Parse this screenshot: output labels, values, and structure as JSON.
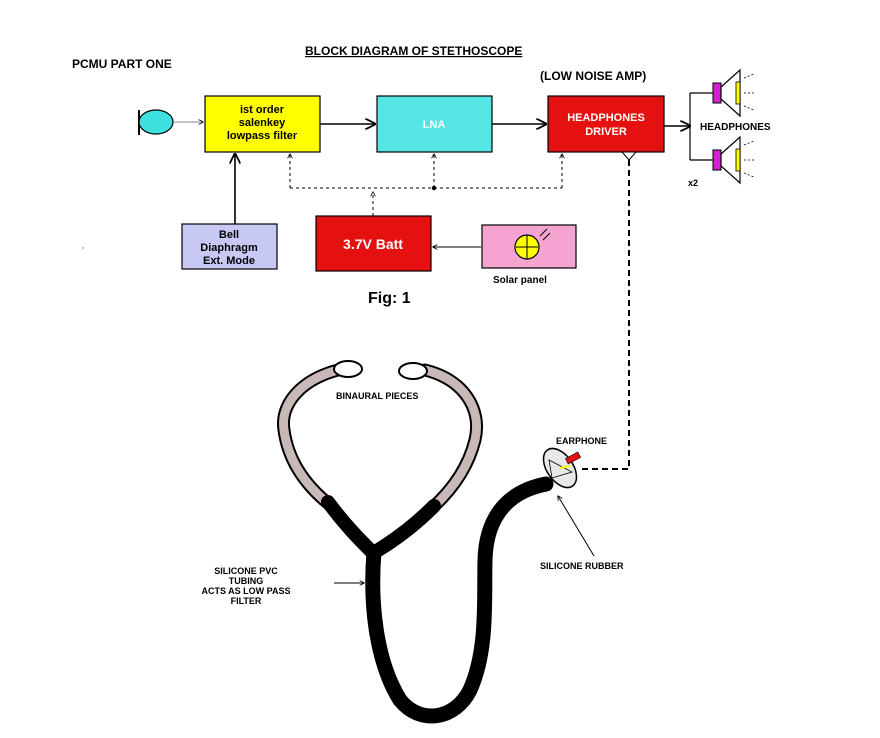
{
  "header": {
    "title": "BLOCK DIAGRAM OF STETHOSCOPE",
    "subtitle": "PCMU PART ONE",
    "amp_note": "(LOW NOISE AMP)"
  },
  "blocks": {
    "filter": [
      "ist order",
      "salenkey",
      "lowpass filter"
    ],
    "lna": "LNA",
    "driver": [
      "HEADPHONES",
      "DRIVER"
    ],
    "mode": [
      "Bell",
      "Diaphragm",
      "Ext. Mode"
    ],
    "battery": "3.7V Batt",
    "solar": "Solar panel"
  },
  "headphones": {
    "label": "HEADPHONES",
    "count": "x2"
  },
  "figure_label": "Fig: 1",
  "stethoscope": {
    "binaural": "BINAURAL PIECES",
    "earphone": "EARPHONE",
    "silicone_rubber": "SILICONE RUBBER",
    "tubing": [
      "SILICONE PVC",
      "TUBING",
      "ACTS AS LOW PASS",
      "FILTER"
    ]
  },
  "colors": {
    "filter_fill": "#ffff00",
    "lna_fill": "#55e5e5",
    "driver_fill": "#e51010",
    "mode_fill": "#c8c8f5",
    "battery_fill": "#e51010",
    "solar_fill": "#f5a3d0",
    "mic_fill": "#3fe0e0",
    "speaker_fill": "#d020d0",
    "tube_color": "#000000",
    "ear_tube_color": "#c8b8b8"
  }
}
